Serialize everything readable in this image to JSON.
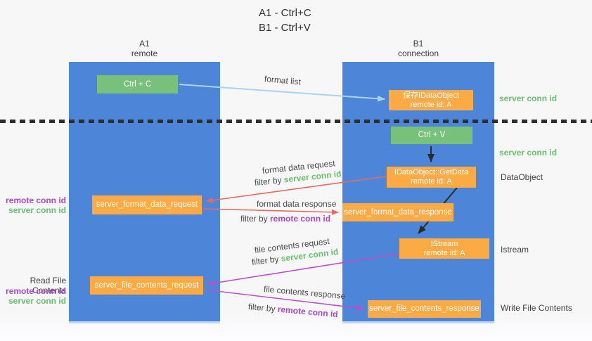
{
  "title": {
    "line1": "A1 - Ctrl+C",
    "line2": "B1 - Ctrl+V"
  },
  "lanes": {
    "left": {
      "name": "A1",
      "subtitle": "remote"
    },
    "right": {
      "name": "B1",
      "subtitle": "connection"
    }
  },
  "boxes": {
    "ctrl_c": {
      "label": "Ctrl + C"
    },
    "save_idataobject": {
      "line1": "保存IDataObject",
      "line2": "remote id: A"
    },
    "ctrl_v": {
      "label": "Ctrl + V"
    },
    "idataobject_getdata": {
      "line1": "IDataObject::GetData",
      "line2": "remote id: A"
    },
    "server_format_data_request": {
      "label": "server_format_data_request"
    },
    "server_format_data_response": {
      "label": "server_format_data_response"
    },
    "istream": {
      "line1": "IStream",
      "line2": "remote id: A"
    },
    "server_file_contents_request": {
      "label": "server_file_contents_request"
    },
    "server_file_contents_response": {
      "label": "server_file_contents_response"
    }
  },
  "arrow_labels": {
    "format_list": "format list",
    "format_data_request": "format data request",
    "format_data_response": "format data response",
    "file_contents_request": "file contents request",
    "file_contents_response": "file contents response",
    "filter_by": "filter by ",
    "server_conn_id": "server conn id",
    "remote_conn_id": "remote conn id"
  },
  "side_labels": {
    "left": {
      "remote_conn_id": "remote conn id",
      "server_conn_id": "server conn id",
      "read_file_contents": "Read File Contents"
    },
    "right": {
      "server_conn_id_top": "server conn id",
      "server_conn_id_mid": "server conn id",
      "dataobject": "DataObject",
      "istream": "Istream",
      "write_file_contents": "Write File Contents"
    }
  },
  "colors": {
    "lane_blue": "#4d86d8",
    "box_green": "#77c17a",
    "box_orange": "#fbaa44",
    "arrow_blue": "#a9d3f2",
    "arrow_red": "#e8695e",
    "arrow_purple": "#bb4fc6",
    "arrow_black": "#2b2b2b",
    "text_green": "#69bf6d",
    "text_purple": "#a847d1",
    "text_dark": "#3f3f3f"
  }
}
